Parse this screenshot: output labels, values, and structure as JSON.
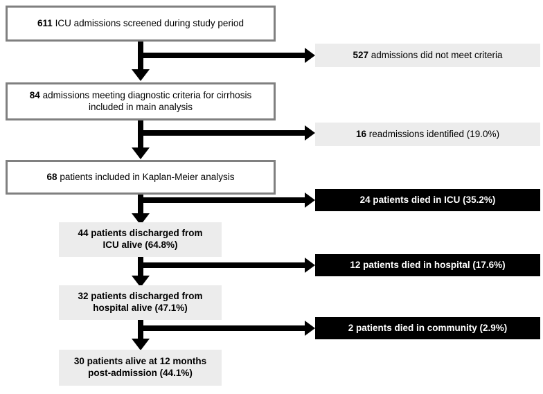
{
  "figure": {
    "type": "flowchart",
    "title": "Study participant flow diagram",
    "colors": {
      "node_border": "#808080",
      "node_fill": "#ffffff",
      "grey_fill": "#ececec",
      "black_fill": "#000000",
      "black_text": "#000000",
      "white_text": "#ffffff",
      "connector": "#000000"
    }
  },
  "nodes": {
    "screened": {
      "lead": "611",
      "rest": " ICU admissions screened during study period",
      "full": "611 ICU admissions screened during study period",
      "count": 611
    },
    "included": {
      "lead": "84",
      "rest": " admissions meeting diagnostic criteria for cirrhosis included in main analysis",
      "line1_lead": "84",
      "line1_rest": " admissions meeting diagnostic criteria for cirrhosis",
      "line2": "included in main analysis",
      "count": 84
    },
    "kaplan": {
      "lead": "68",
      "rest": " patients included in Kaplan-Meier analysis",
      "full": "68 patients included in Kaplan-Meier analysis",
      "count": 68
    },
    "icu_alive": {
      "line1": "44 patients discharged from",
      "line2": "ICU alive (64.8%)",
      "count": 44,
      "percent": "64.8%"
    },
    "hosp_alive": {
      "line1": "32 patients discharged from",
      "line2": "hospital alive (47.1%)",
      "count": 32,
      "percent": "47.1%"
    },
    "alive_12m": {
      "line1": "30 patients alive at 12 months",
      "line2": "post-admission (44.1%)",
      "count": 30,
      "percent": "44.1%"
    }
  },
  "side_boxes": {
    "not_met": {
      "lead": "527",
      "rest": " admissions did not meet criteria",
      "full": "527 admissions did not meet criteria",
      "count": 527,
      "style": "grey"
    },
    "readmissions": {
      "lead": "16",
      "rest": " readmissions identified (19.0%)",
      "full": "16 readmissions identified (19.0%)",
      "count": 16,
      "percent": "19.0%",
      "style": "grey"
    },
    "died_icu": {
      "full": "24 patients died in ICU (35.2%)",
      "count": 24,
      "percent": "35.2%",
      "style": "black"
    },
    "died_hospital": {
      "full": "12 patients died in hospital (17.6%)",
      "count": 12,
      "percent": "17.6%",
      "style": "black"
    },
    "died_community": {
      "full": "2 patients died in community (2.9%)",
      "count": 2,
      "percent": "2.9%",
      "style": "black"
    }
  }
}
